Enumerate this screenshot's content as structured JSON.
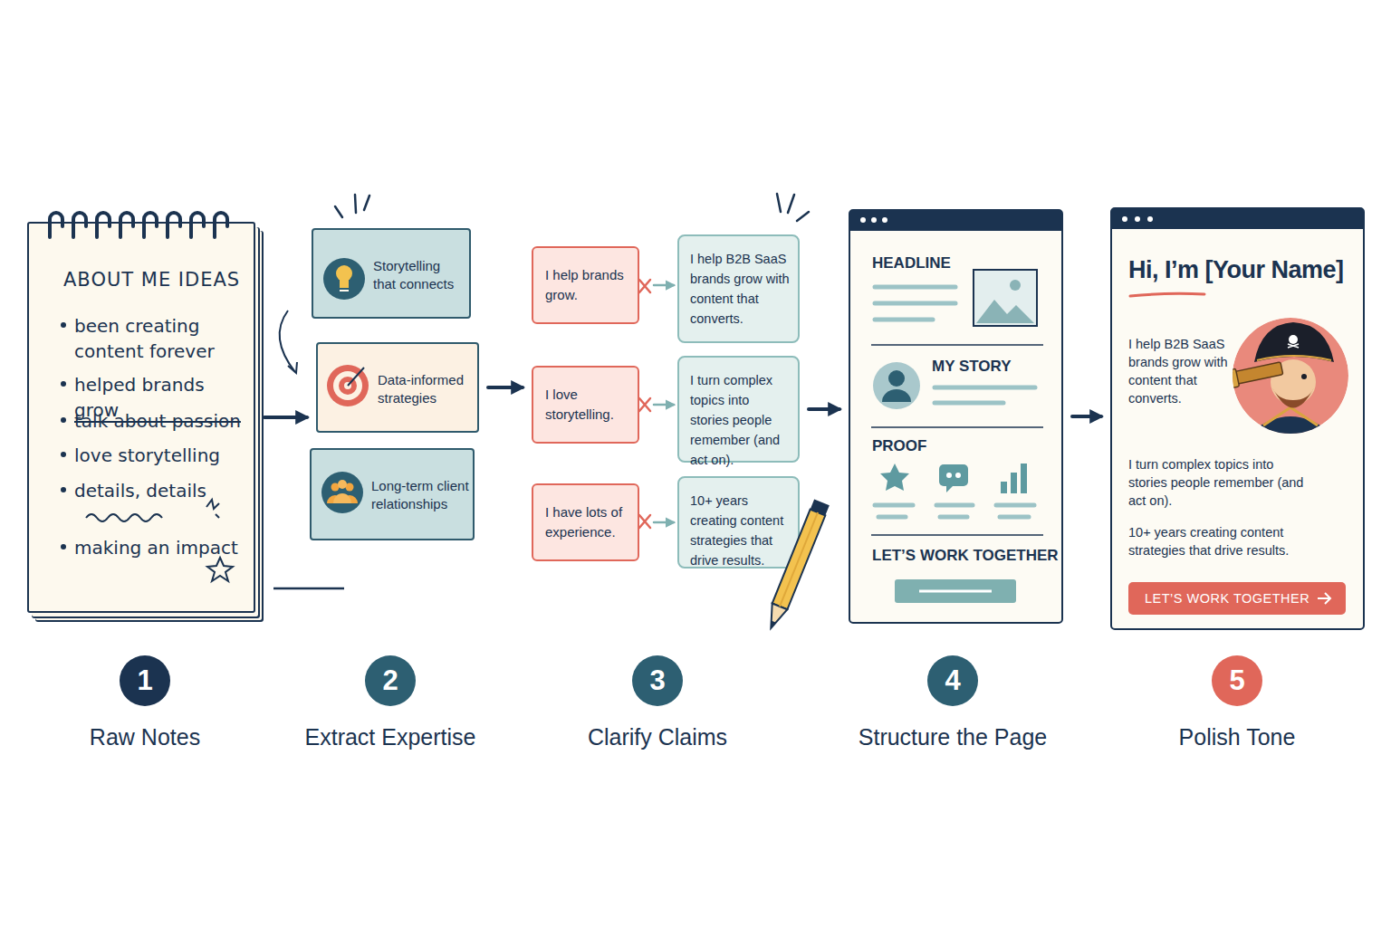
{
  "diagram": {
    "nodes": [
      {
        "text": [
          "ABOUT ME IDEAS",
          "been creating content forever",
          "helped brands grow",
          "talk about passion",
          "love storytelling",
          "details, details",
          "making an impact"
        ]
      },
      {
        "text": [
          "Storytelling that connects"
        ]
      },
      {
        "text": [
          "Data-informed strategies"
        ]
      },
      {
        "text": [
          "Long-term client relationships"
        ]
      },
      {
        "text": [
          "I help brands grow."
        ]
      },
      {
        "text": [
          "I help B2B SaaS brands grow with content that converts."
        ]
      },
      {
        "text": [
          "I love storytelling."
        ]
      },
      {
        "text": [
          "I turn complex topics into stories people remember (and act on)."
        ]
      },
      {
        "text": [
          "I have lots of experience."
        ]
      },
      {
        "text": [
          "10+ years creating content strategies that drive results."
        ]
      },
      {
        "text": [
          "HEADLINE",
          "MY STORY",
          "PROOF",
          "LET’S WORK TOGETHER"
        ]
      },
      {
        "text": [
          "Hi, I’m [Your Name]",
          "I help B2B SaaS brands grow with content that converts.",
          "I turn complex topics into stories people remember (and act on).",
          "10+ years creating content strategies that drive results."
        ]
      },
      {
        "text": [
          "LET’S WORK TOGETHER"
        ],
        "in": 11
      },
      {
        "text": [
          "1",
          "Raw Notes"
        ]
      },
      {
        "text": [
          "2",
          "Extract Expertise"
        ]
      },
      {
        "text": [
          "3",
          "Clarify Claims"
        ]
      },
      {
        "text": [
          "4",
          "Structure the Page"
        ]
      },
      {
        "text": [
          "5",
          "Polish Tone"
        ]
      }
    ],
    "edges": [
      {
        "from": 0,
        "to": 2,
        "arrow": "to"
      },
      {
        "from": 2,
        "to": 6,
        "arrow": "to"
      },
      {
        "from": 4,
        "to": 5,
        "arrow": "to"
      },
      {
        "from": 6,
        "to": 7,
        "arrow": "to"
      },
      {
        "from": 8,
        "to": 9,
        "arrow": "to"
      },
      {
        "from": 7,
        "to": 10,
        "arrow": "to"
      },
      {
        "from": 10,
        "to": 11,
        "arrow": "to"
      }
    ]
  }
}
